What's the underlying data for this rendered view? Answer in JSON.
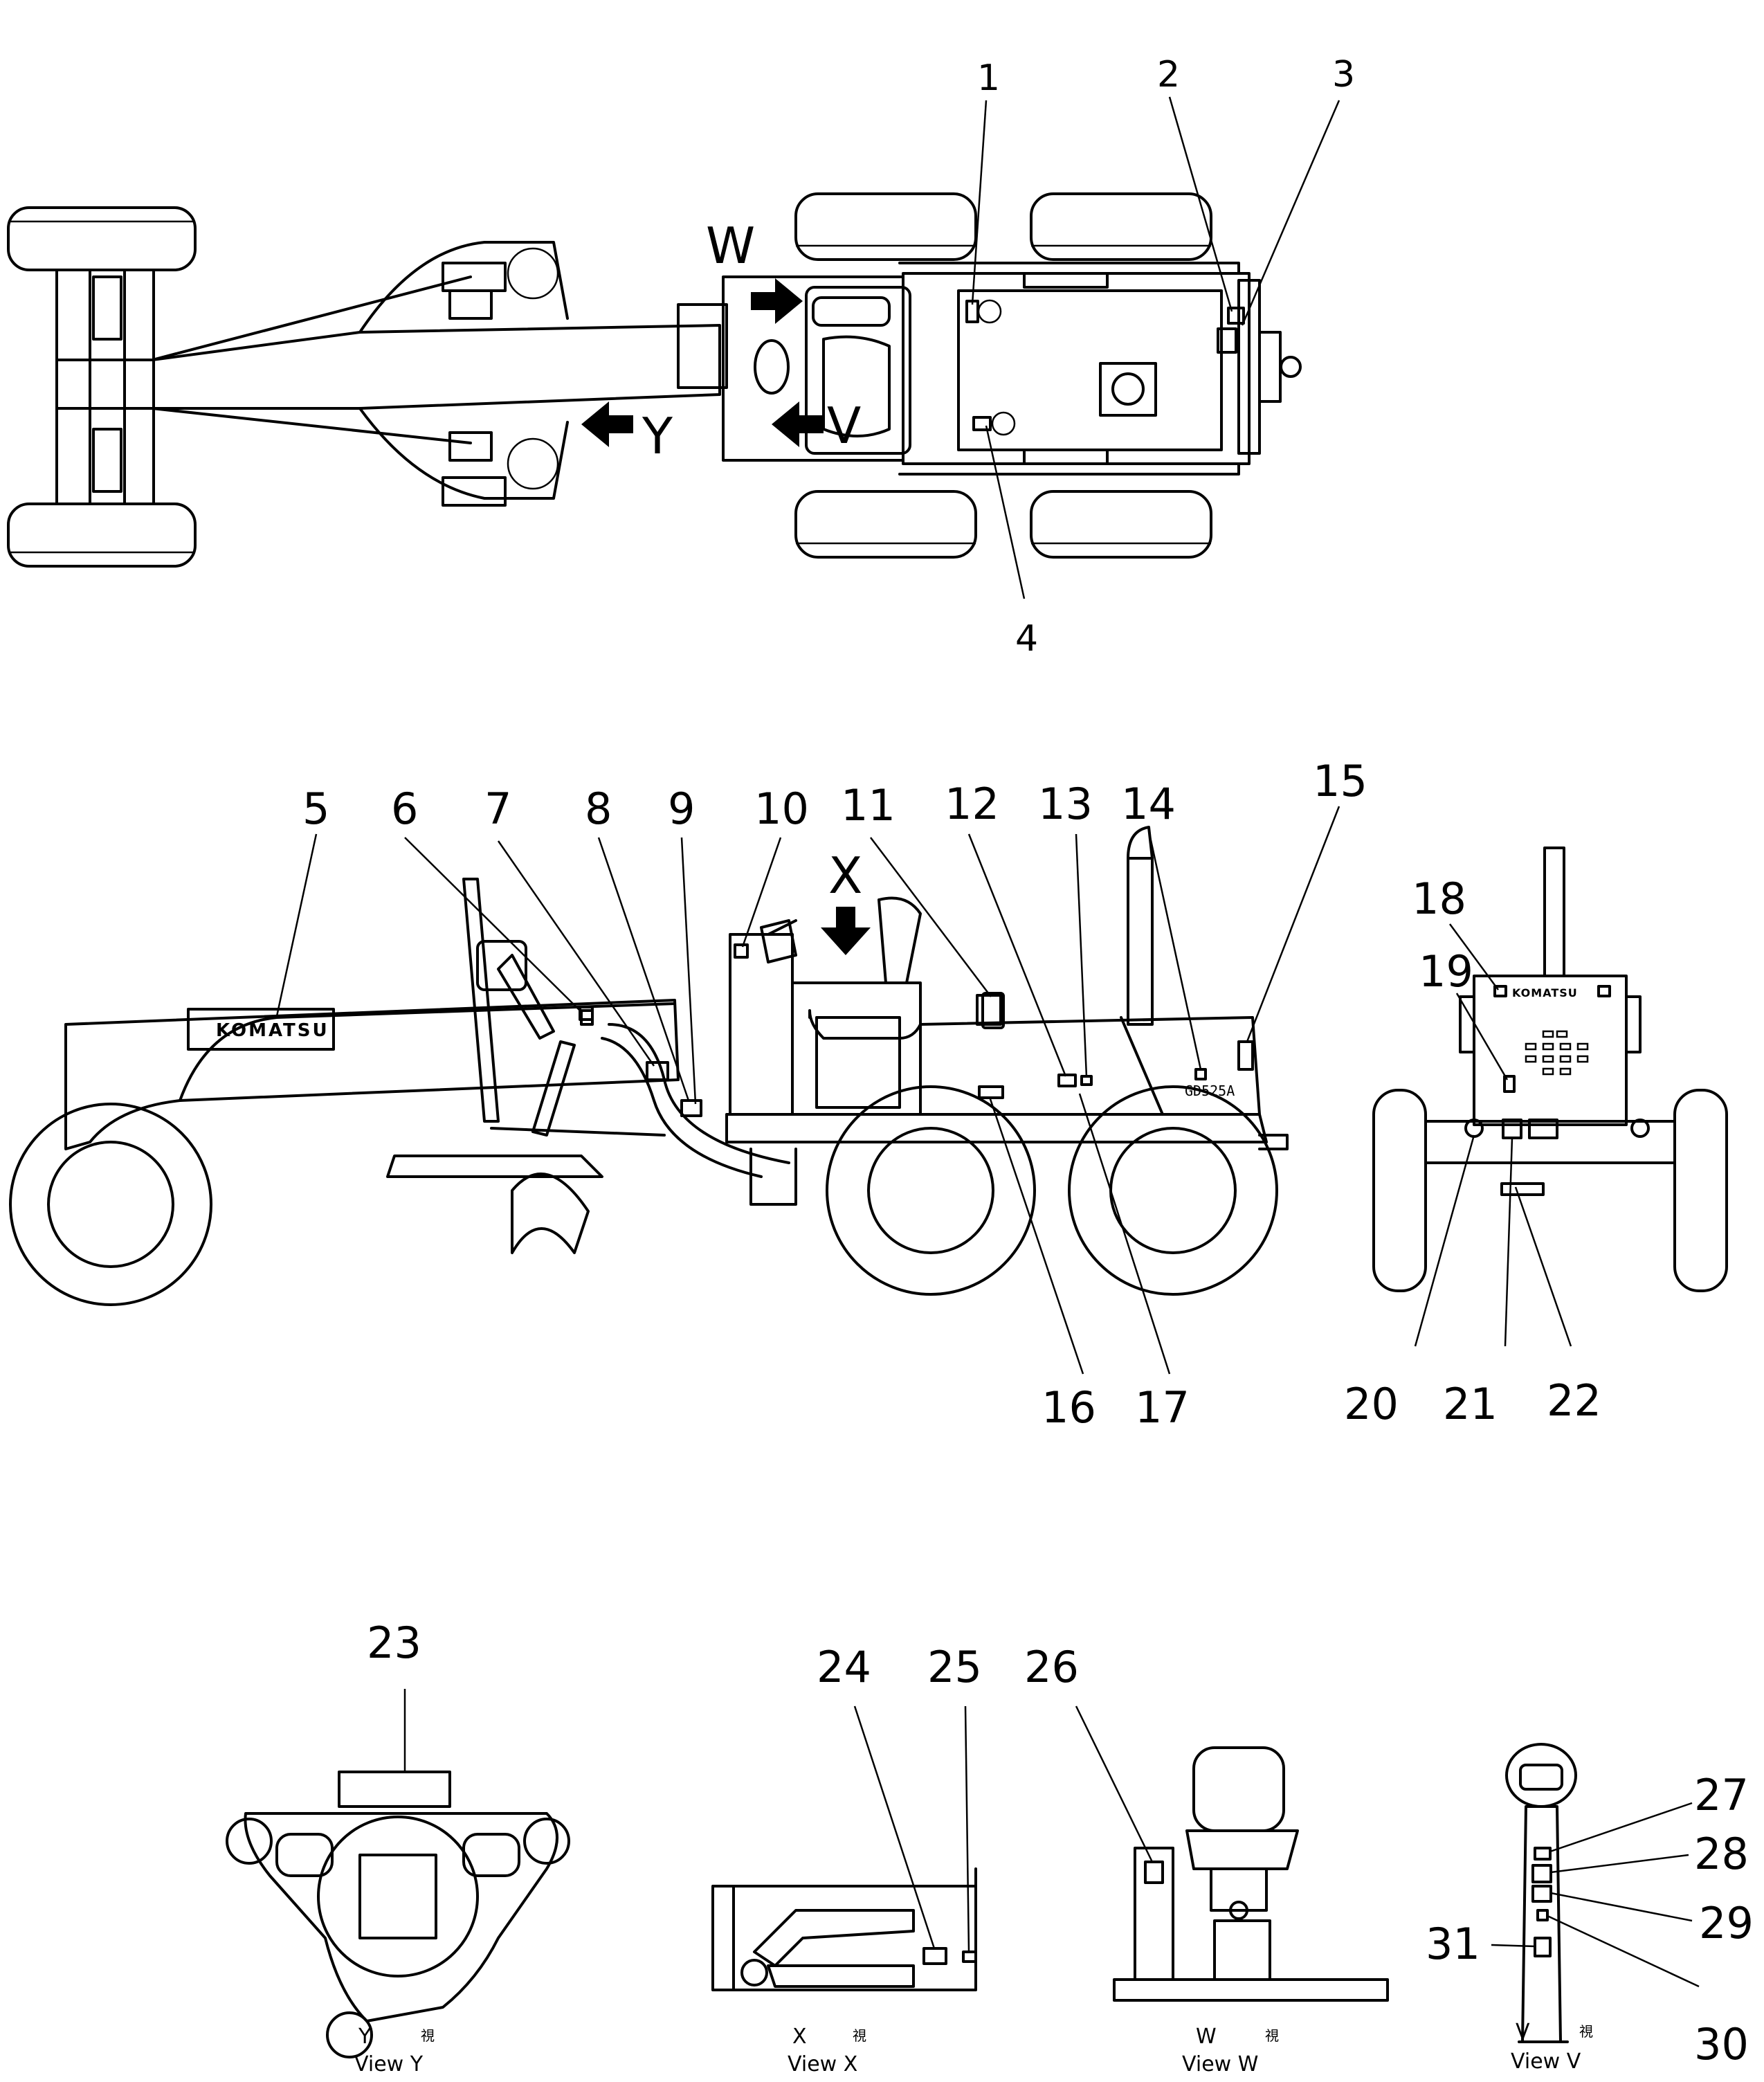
{
  "brand": "KOMATSU",
  "model_label": "GD525A",
  "view_arrows": {
    "W": "W",
    "V": "V",
    "Y": "Y",
    "X": "X"
  },
  "part_numbers": [
    "1",
    "2",
    "3",
    "4",
    "5",
    "6",
    "7",
    "8",
    "9",
    "10",
    "11",
    "12",
    "13",
    "14",
    "15",
    "16",
    "17",
    "18",
    "19",
    "20",
    "21",
    "22",
    "23",
    "24",
    "25",
    "26",
    "27",
    "28",
    "29",
    "30",
    "31"
  ],
  "captions": {
    "Y": {
      "letter": "Y",
      "jp": "視",
      "label": "View  Y"
    },
    "X": {
      "letter": "X",
      "jp": "視",
      "label": "View  X"
    },
    "W": {
      "letter": "W",
      "jp": "視",
      "label": "View  W"
    },
    "V": {
      "letter": "V",
      "jp": "視",
      "label": "View  V"
    }
  }
}
